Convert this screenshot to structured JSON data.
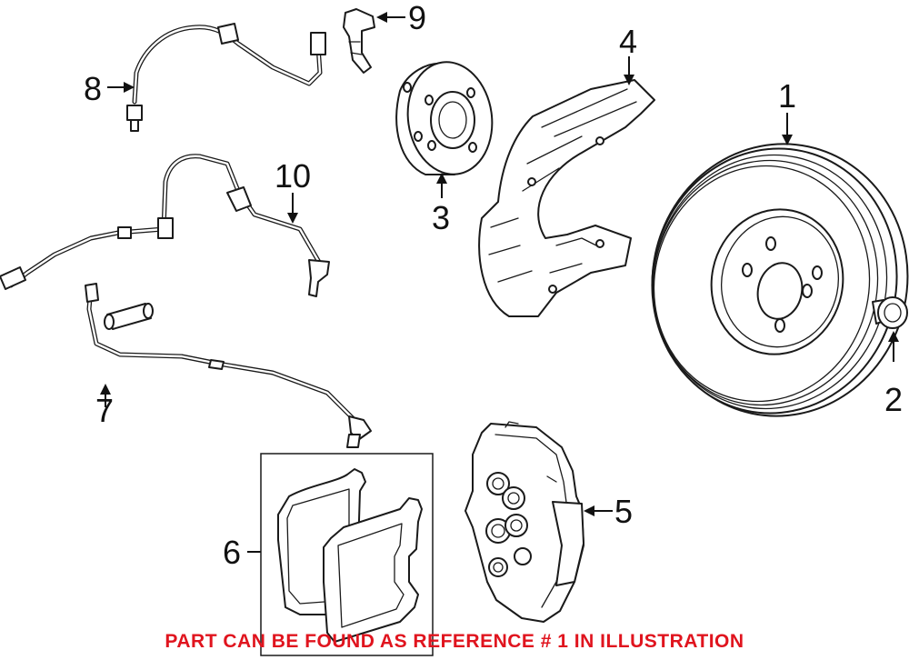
{
  "callouts": {
    "c1": "1",
    "c2": "2",
    "c3": "3",
    "c4": "4",
    "c5": "5",
    "c6": "6",
    "c7": "7",
    "c8": "8",
    "c9": "9",
    "c10": "10"
  },
  "footnote": {
    "text": "PART CAN BE FOUND AS REFERENCE # 1 IN ILLUSTRATION",
    "color": "#e0141e"
  },
  "colors": {
    "line": "#1a1a1a",
    "background": "#ffffff"
  }
}
